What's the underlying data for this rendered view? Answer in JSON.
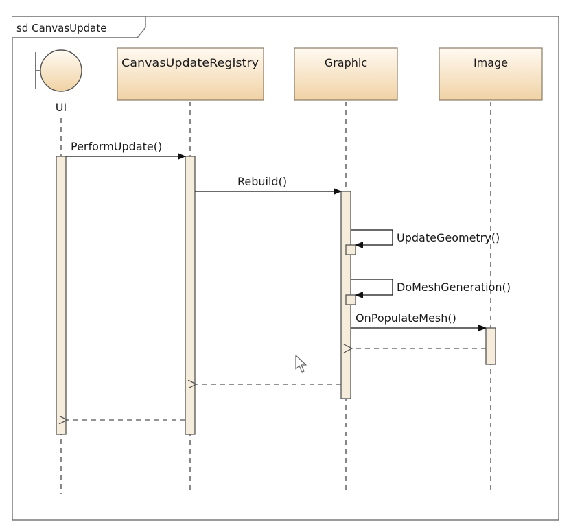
{
  "frame": {
    "title": "sd CanvasUpdate"
  },
  "participants": [
    {
      "name": "UI",
      "kind": "boundary"
    },
    {
      "name": "CanvasUpdateRegistry",
      "kind": "class"
    },
    {
      "name": "Graphic",
      "kind": "class"
    },
    {
      "name": "Image",
      "kind": "class"
    }
  ],
  "messages": [
    {
      "label": "PerformUpdate()",
      "from": "UI",
      "to": "CanvasUpdateRegistry",
      "type": "call"
    },
    {
      "label": "Rebuild()",
      "from": "CanvasUpdateRegistry",
      "to": "Graphic",
      "type": "call"
    },
    {
      "label": "UpdateGeometry()",
      "from": "Graphic",
      "to": "Graphic",
      "type": "self-call"
    },
    {
      "label": "DoMeshGeneration()",
      "from": "Graphic",
      "to": "Graphic",
      "type": "self-call"
    },
    {
      "label": "OnPopulateMesh()",
      "from": "Graphic",
      "to": "Image",
      "type": "call"
    },
    {
      "label": "",
      "from": "Image",
      "to": "Graphic",
      "type": "return"
    },
    {
      "label": "",
      "from": "Graphic",
      "to": "CanvasUpdateRegistry",
      "type": "return"
    },
    {
      "label": "",
      "from": "CanvasUpdateRegistry",
      "to": "UI",
      "type": "return"
    }
  ],
  "colors": {
    "participant_fill_top": "#fffaf2",
    "participant_fill_bottom": "#f0d2a4",
    "activation_fill": "#f6ecdc",
    "line": "#555555"
  }
}
